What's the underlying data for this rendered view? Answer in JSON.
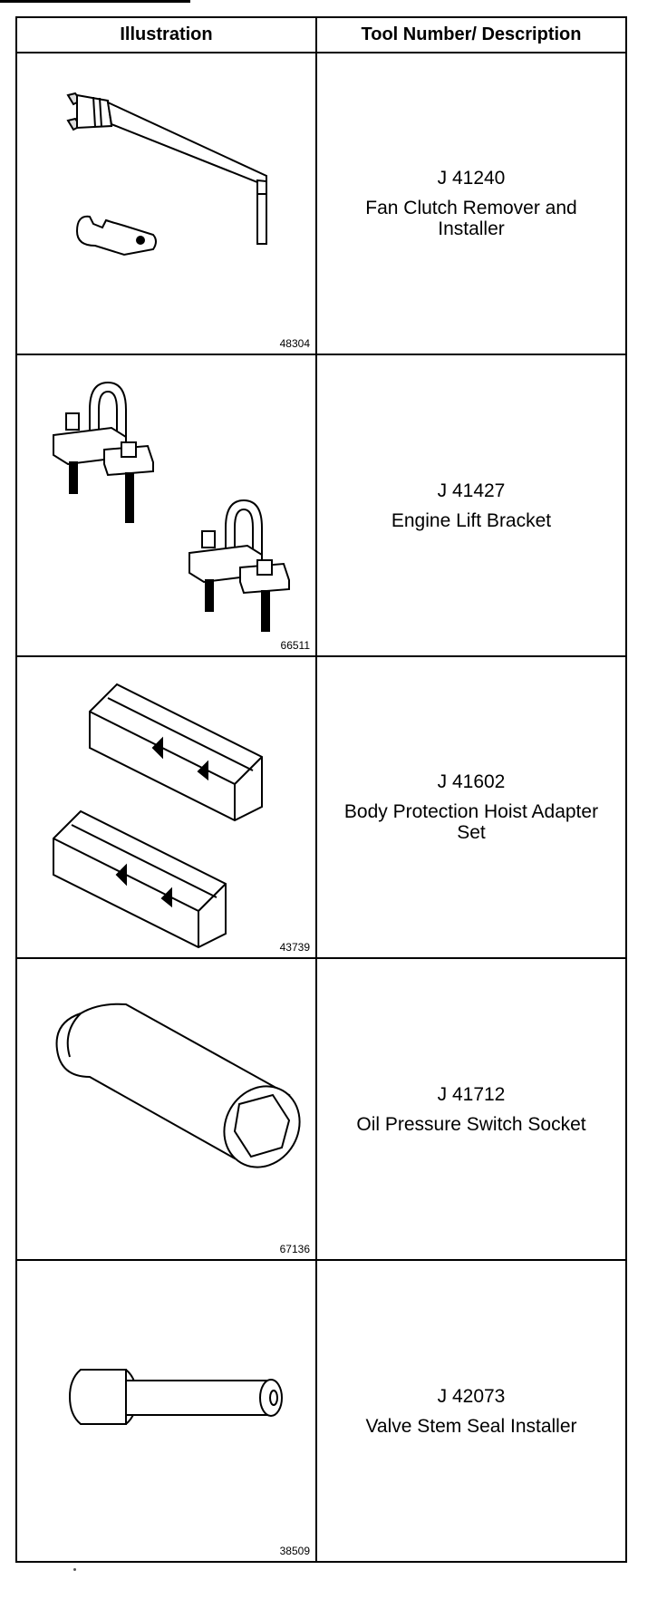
{
  "header": {
    "illustration": "Illustration",
    "tool": "Tool Number/ Description"
  },
  "rows": [
    {
      "figure": "48304",
      "number": "J 41240",
      "description": "Fan Clutch Remover and Installer",
      "icon": "fan-clutch-wrench-icon"
    },
    {
      "figure": "66511",
      "number": "J 41427",
      "description": "Engine Lift Bracket",
      "icon": "engine-lift-bracket-icon"
    },
    {
      "figure": "43739",
      "number": "J 41602",
      "description": "Body Protection Hoist Adapter Set",
      "icon": "hoist-adapter-blocks-icon"
    },
    {
      "figure": "67136",
      "number": "J 41712",
      "description": "Oil Pressure Switch Socket",
      "icon": "socket-icon"
    },
    {
      "figure": "38509",
      "number": "J 42073",
      "description": "Valve Stem Seal Installer",
      "icon": "seal-installer-icon"
    }
  ]
}
